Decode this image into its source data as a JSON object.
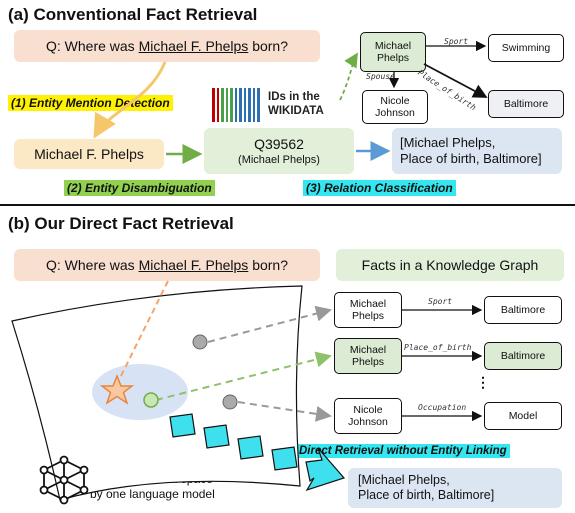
{
  "colors": {
    "peach": "#f8dfd0",
    "lightgreen": "#e2efd9",
    "lightblue": "#dce6f2",
    "yellow_hl": "#fff200",
    "green_hl": "#92d050",
    "cyan_hl": "#33e6f0",
    "orange_arrow": "#f5c76a",
    "green_arrow": "#70ad47",
    "blue_arrow": "#5b9bd5",
    "cyan_dash": "#3ee0ee"
  },
  "part_a": {
    "title": "(a) Conventional Fact Retrieval",
    "question_prefix": "Q: Where was ",
    "question_entity": "Michael F. Phelps",
    "question_suffix": " born?",
    "step1": "(1) Entity Mention Detection",
    "mention": "Michael F. Phelps",
    "ids_line1": "IDs in the",
    "ids_line2": "WIKIDATA",
    "qid": "Q39562",
    "qid_name": "(Michael Phelps)",
    "result_line1": "[Michael Phelps,",
    "result_line2": "Place of birth, Baltimore]",
    "step2": "(2) Entity Disambiguation",
    "step3": "(3) Relation Classification",
    "graph": {
      "center_line1": "Michael",
      "center_line2": "Phelps",
      "swimming": "Swimming",
      "nicole_line1": "Nicole",
      "nicole_line2": "Johnson",
      "baltimore": "Baltimore",
      "rel_sport": "Sport",
      "rel_spouse": "Spouse",
      "rel_place": "Place_of_birth"
    }
  },
  "part_b": {
    "title": "(b) Our Direct Fact Retrieval",
    "question_prefix": "Q: Where was ",
    "question_entity": "Michael F. Phelps",
    "question_suffix": " born?",
    "kg_label": "Facts in a Knowledge Graph",
    "facts": [
      {
        "head_line1": "Michael",
        "head_line2": "Phelps",
        "relation": "Sport",
        "tail": "Baltimore"
      },
      {
        "head_line1": "Michael",
        "head_line2": "Phelps",
        "relation": "Place_of_birth",
        "tail": "Baltimore"
      },
      {
        "head_line1": "Nicole",
        "head_line2": "Johnson",
        "relation": "Occupation",
        "tail": "Model"
      }
    ],
    "ellipsis": "⋮",
    "direct_label": "Direct Retrieval without Entity Linking",
    "result_line1": "[Michael Phelps,",
    "result_line2": "Place of birth, Baltimore]",
    "space_line1": "A representation space",
    "space_line2": "by one language model",
    "icons": [
      "star-icon",
      "neural-network-icon",
      "barcode-icon"
    ]
  }
}
